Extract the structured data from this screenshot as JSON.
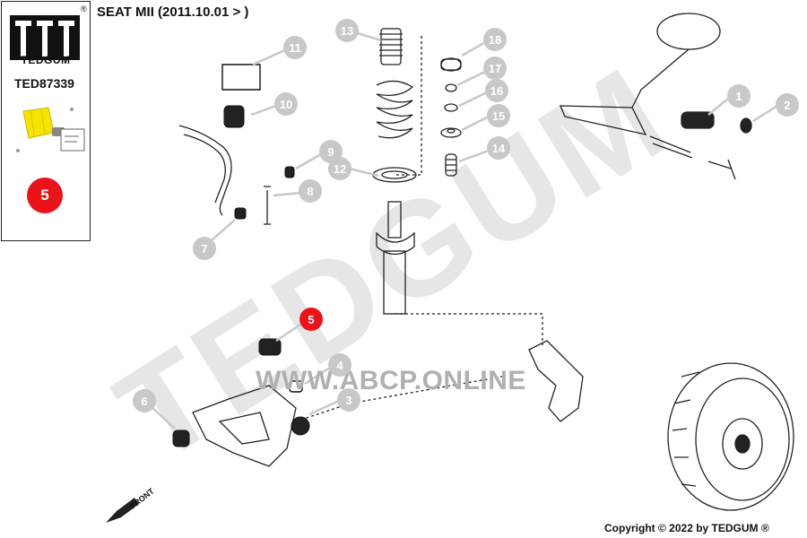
{
  "header": {
    "title": "SEAT MII (2011.10.01 > )"
  },
  "brand": {
    "name": "TEDGUM",
    "registered": "®",
    "part_code": "TED87339",
    "highlight_number": "5"
  },
  "watermark": {
    "brand": "TEDGUM",
    "url": "WWW.ABCP.ONLINE"
  },
  "footer": {
    "copyright": "Copyright © 2022 by TEDGUM ®"
  },
  "diagram": {
    "front_label": "FRONT",
    "callouts": [
      "1",
      "2",
      "3",
      "4",
      "5",
      "6",
      "7",
      "8",
      "9",
      "10",
      "11",
      "12",
      "13",
      "14",
      "15",
      "16",
      "17",
      "18"
    ],
    "highlighted_callout": "5"
  },
  "colors": {
    "highlight": "#e8141a",
    "callout": "#c8c8c8",
    "part_yellow": "#f5e400"
  },
  "icons": {
    "arrow": "front-arrow-icon",
    "logo": "tedgum-logo-icon"
  }
}
